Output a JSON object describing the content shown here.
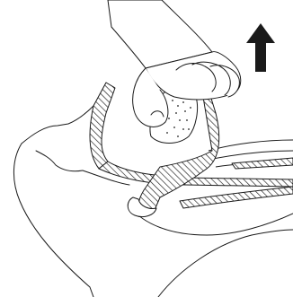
{
  "figure": {
    "subject": "jaw-thrust-airway-illustration",
    "line_color": "#1a1a1a",
    "fill_color": "#ffffff",
    "arrow_color": "#1a1a1a",
    "arrow_direction": "up",
    "icons": [
      "patient-head",
      "rescuer-hand",
      "airway-cross-section",
      "lift-arrow-icon"
    ]
  }
}
